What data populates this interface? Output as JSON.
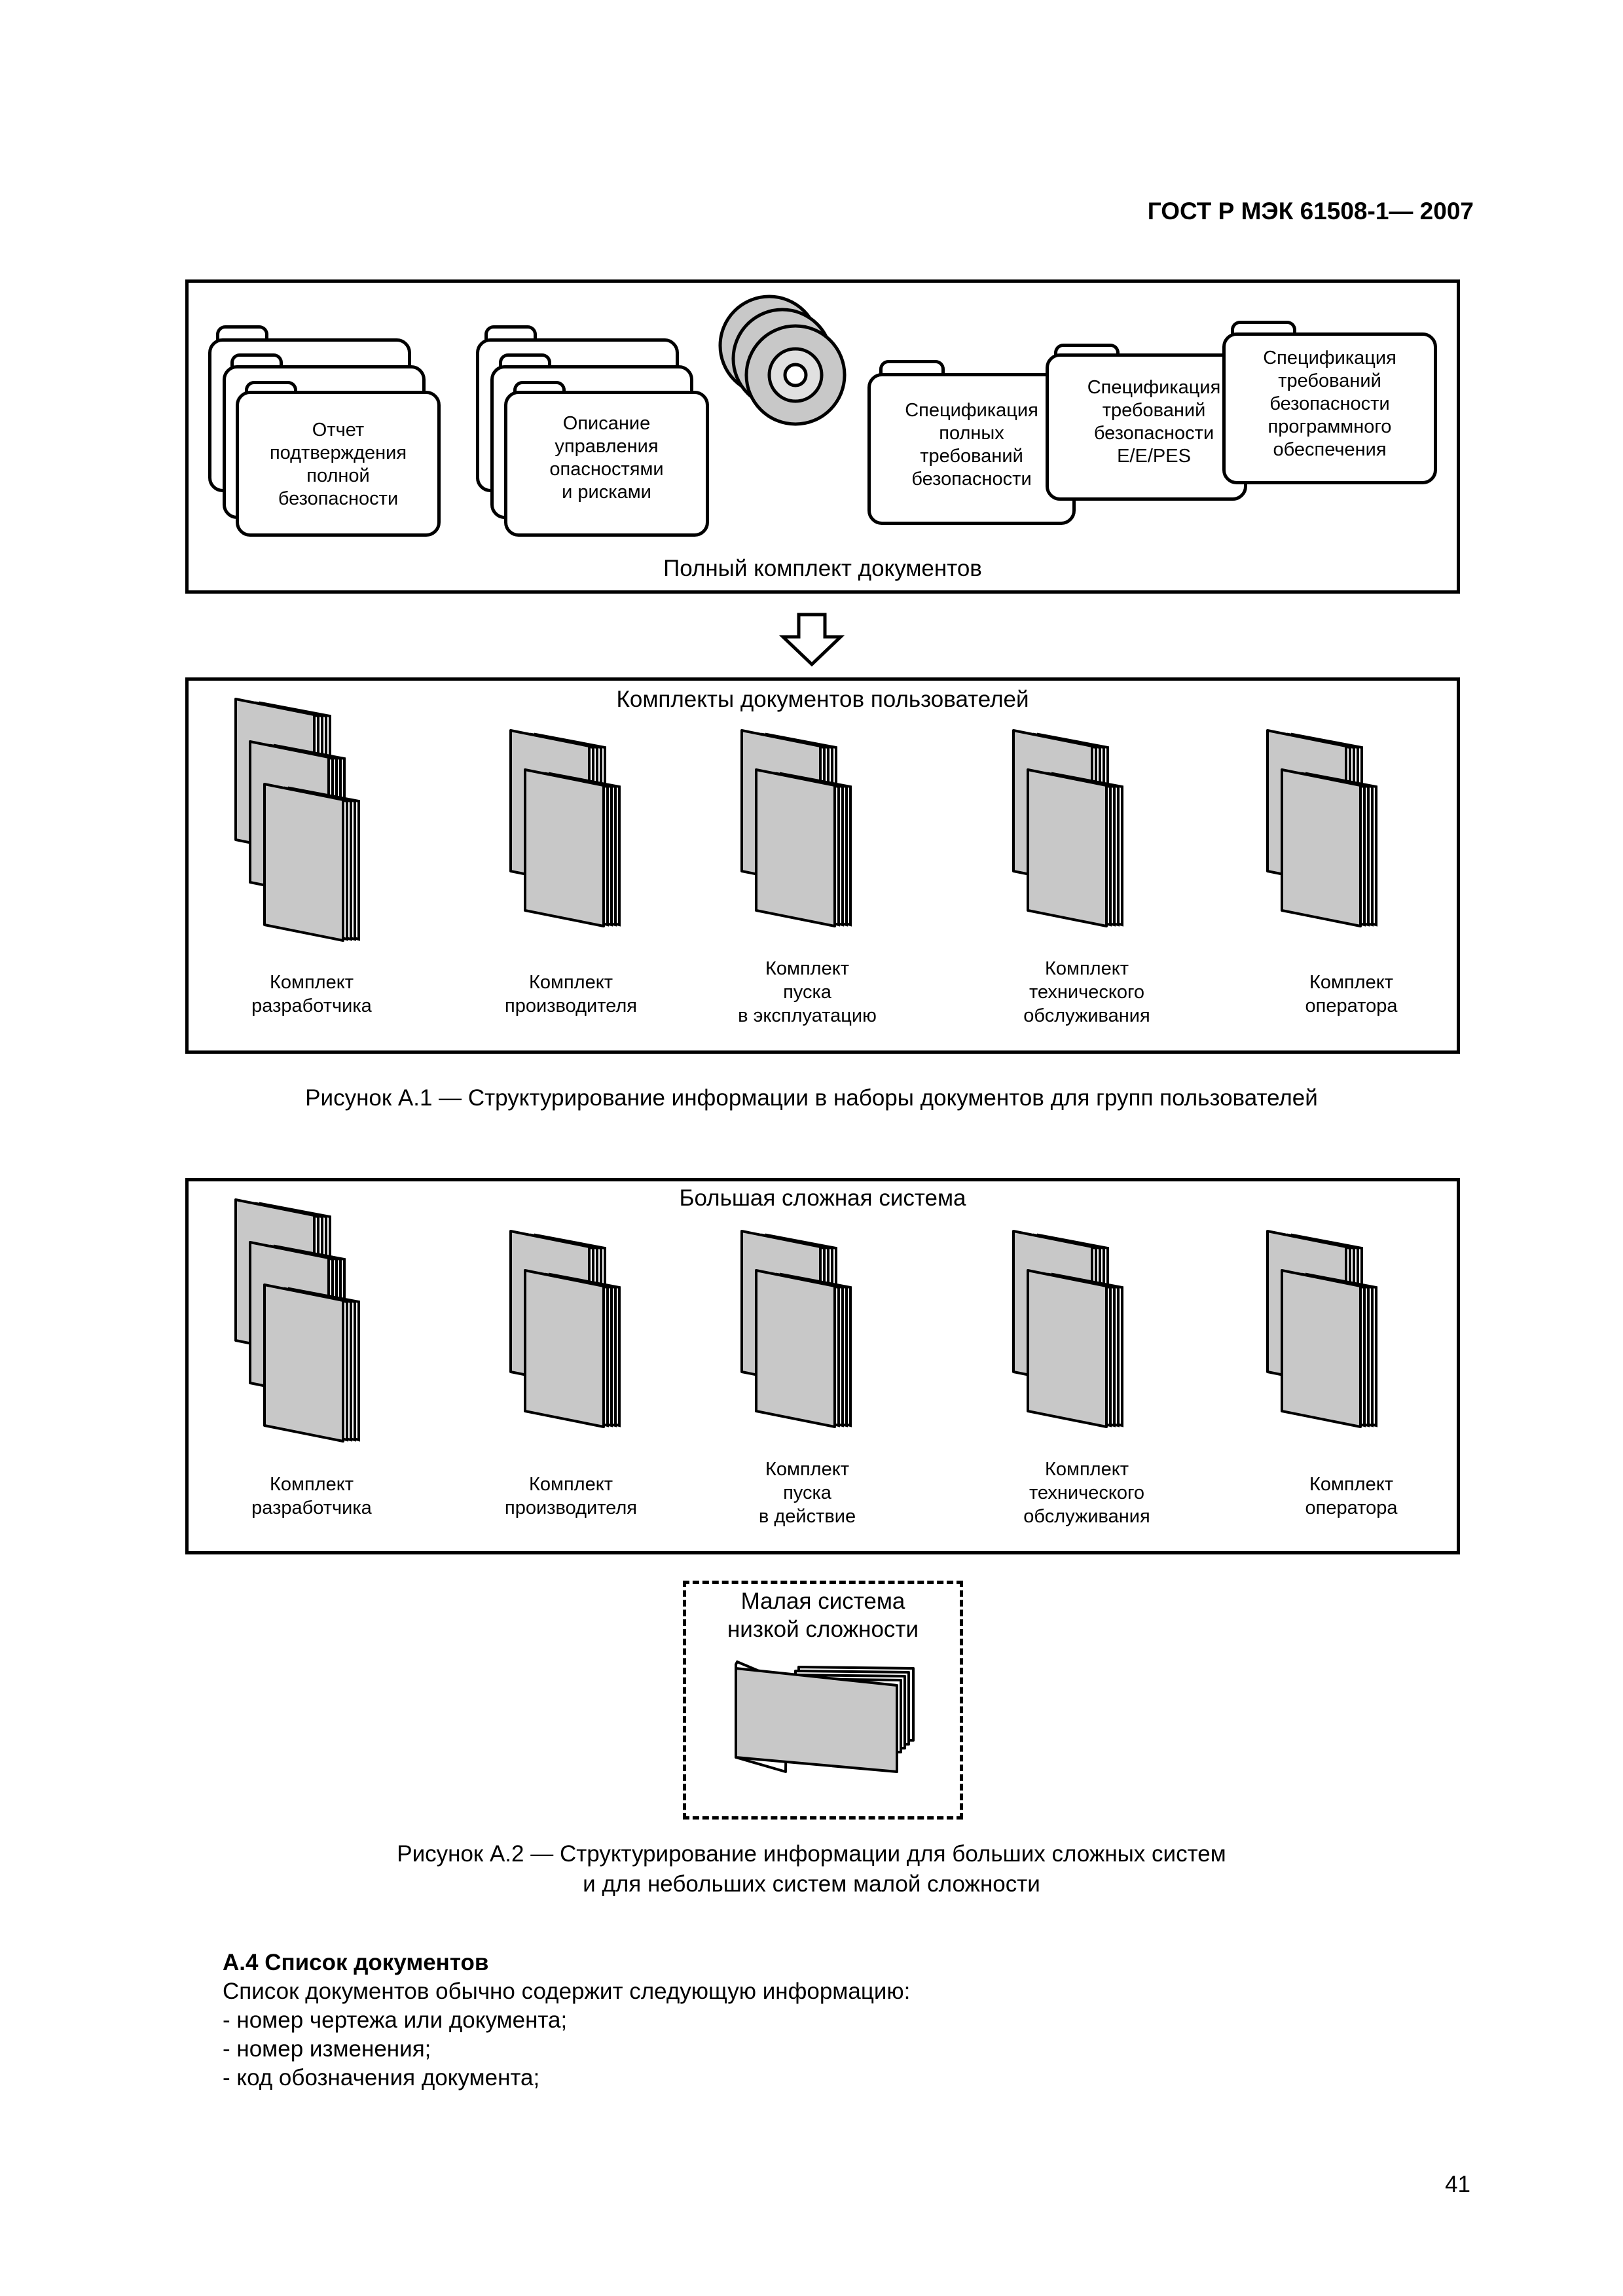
{
  "header": {
    "standard": "ГОСТ Р МЭК 61508-1— 2007"
  },
  "figure1": {
    "top_box": {
      "caption": "Полный комплект документов",
      "folders": [
        [
          "Отчет",
          "подтверждения",
          "полной",
          "безопасности"
        ],
        [
          "Описание",
          "управления",
          "опасностями",
          "и рисками"
        ],
        [
          "Спецификация",
          "полных",
          "требований",
          "безопасности"
        ],
        [
          "Спецификация",
          "требований",
          "безопасности",
          "E/E/PES"
        ],
        [
          "Спецификация",
          "требований",
          "безопасности",
          "программного",
          "обеспечения"
        ]
      ]
    },
    "bottom_box": {
      "title": "Комплекты документов пользователей",
      "kits": [
        [
          "Комплект",
          "разработчика"
        ],
        [
          "Комплект",
          "производителя"
        ],
        [
          "Комплект",
          "пуска",
          "в эксплуатацию"
        ],
        [
          "Комплект",
          "технического",
          "обслуживания"
        ],
        [
          "Комплект",
          "оператора"
        ]
      ]
    },
    "caption": "Рисунок А.1 — Структурирование информации в наборы документов для групп пользователей"
  },
  "figure2": {
    "large_box": {
      "title": "Большая сложная система",
      "kits": [
        [
          "Комплект",
          "разработчика"
        ],
        [
          "Комплект",
          "производителя"
        ],
        [
          "Комплект",
          "пуска",
          "в действие"
        ],
        [
          "Комплект",
          "технического",
          "обслуживания"
        ],
        [
          "Комплект",
          "оператора"
        ]
      ]
    },
    "small_box": {
      "title": [
        "Малая система",
        "низкой сложности"
      ]
    },
    "caption": [
      "Рисунок А.2 — Структурирование информации для больших сложных систем",
      "и для небольших систем малой сложности"
    ]
  },
  "section": {
    "heading": "А.4 Список документов",
    "intro": "Список документов обычно содержит следующую информацию:",
    "items": [
      "- номер чертежа или документа;",
      "- номер изменения;",
      "- код обозначения документа;"
    ]
  },
  "page_number": "41",
  "colors": {
    "binder_fill": "#c8c8c8",
    "binder_page": "#ffffff",
    "stroke": "#000000"
  }
}
